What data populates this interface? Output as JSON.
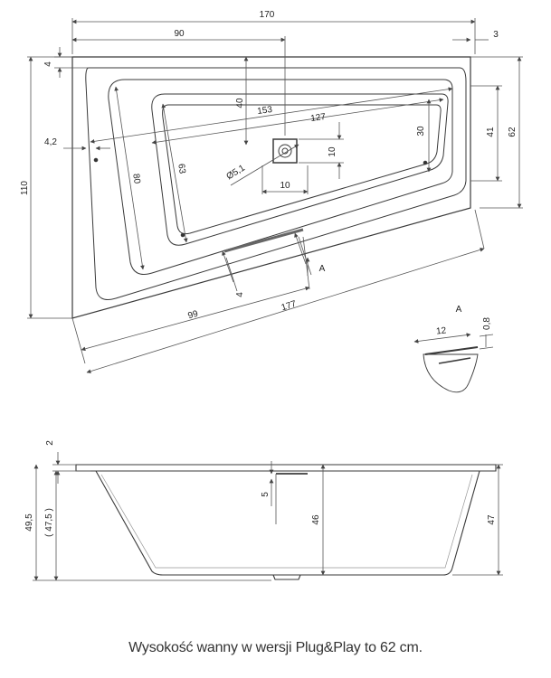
{
  "plan_dimensions": {
    "d170": "170",
    "d90": "90",
    "d3": "3",
    "d4_top": "4",
    "d40": "40",
    "d153": "153",
    "d127": "127",
    "d41": "41",
    "d62": "62",
    "d30": "30",
    "d4_2": "4,2",
    "d110": "110",
    "d80": "80",
    "d63": "63",
    "d10_h": "10",
    "d10_v": "10",
    "d5_1": "Ø5,1",
    "d4_bottom": "4",
    "d99": "99",
    "d177": "177",
    "section_marker": "A"
  },
  "detail_a": {
    "label": "A",
    "d12": "12",
    "d0_8": "0,8"
  },
  "side_dimensions": {
    "d2": "2",
    "d49_5": "49,5",
    "d47_5": "( 47,5 )",
    "d5": "5",
    "d46": "46",
    "d47": "47"
  },
  "caption": "Wysokość wanny w wersji Plug&Play to 62 cm.",
  "colors": {
    "line": "#3a3a3a",
    "dim_line": "#555555",
    "fill": "#ffffff"
  }
}
